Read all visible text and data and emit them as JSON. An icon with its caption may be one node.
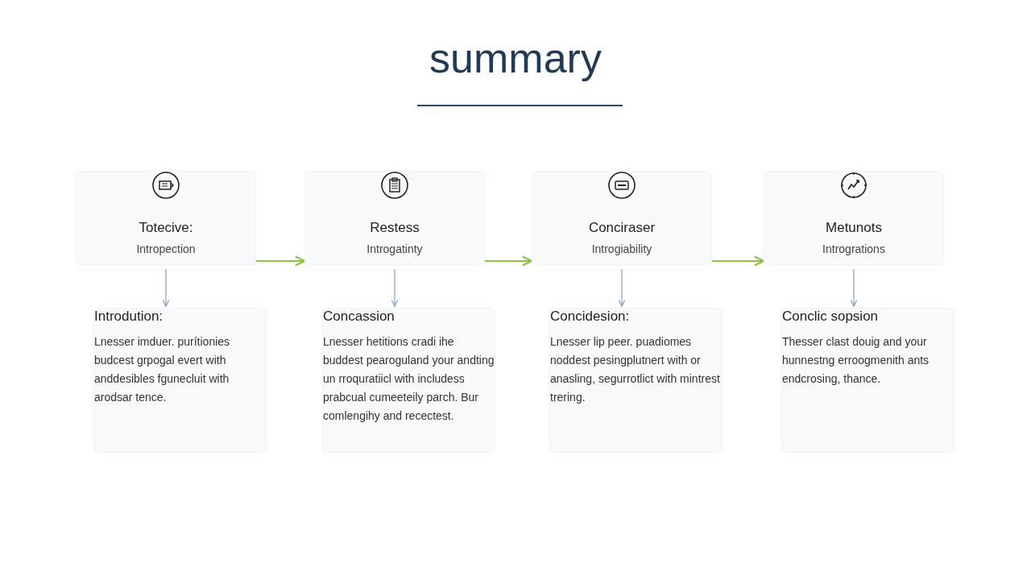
{
  "diagram": {
    "title": "summary",
    "nodes": [
      {
        "text": [
          "Totecive:",
          "Intropection"
        ]
      },
      {
        "text": [
          "Restess",
          "Introgatinty"
        ]
      },
      {
        "text": [
          "Conciraser",
          "Introgiability"
        ]
      },
      {
        "text": [
          "Metunots",
          "Introgrations"
        ]
      },
      {
        "text": [
          "Introdution:",
          "Lnesser imduer. purítionies budcest grpogal evert with anddesibles fgunecluit with arodsar tence."
        ]
      },
      {
        "text": [
          "Concassion",
          "Lnesser hetitions cradi ihe buddest pearoguland your andting un rroquratiicl with includess prabcual cumeeteily parch. Bur comlengihy and recectest."
        ]
      },
      {
        "text": [
          "Concidesion:",
          "Lnesser lip peer. puadiomes noddest pesingplutnert with or anasling, segurrotlict with mintrest trering."
        ]
      },
      {
        "text": [
          "Conclic sopsion",
          "Thesser clast douig and your hunnestng erroogmenith ants endcrosing, thance."
        ]
      }
    ],
    "edges": [
      {
        "from": 0,
        "to": 4,
        "arrow": "to",
        "color": "#8ea6c6"
      },
      {
        "from": 0,
        "to": 1,
        "arrow": "to",
        "color": "#8cc63f"
      },
      {
        "from": 1,
        "to": 5,
        "arrow": "to",
        "color": "#8ea6c6"
      },
      {
        "from": 1,
        "to": 2,
        "arrow": "to",
        "color": "#8cc63f"
      },
      {
        "from": 2,
        "to": 6,
        "arrow": "to",
        "color": "#8ea6c6"
      },
      {
        "from": 2,
        "to": 3,
        "arrow": "to",
        "color": "#8cc63f"
      },
      {
        "from": 3,
        "to": 7,
        "arrow": "to",
        "color": "#8ea6c6"
      }
    ]
  }
}
